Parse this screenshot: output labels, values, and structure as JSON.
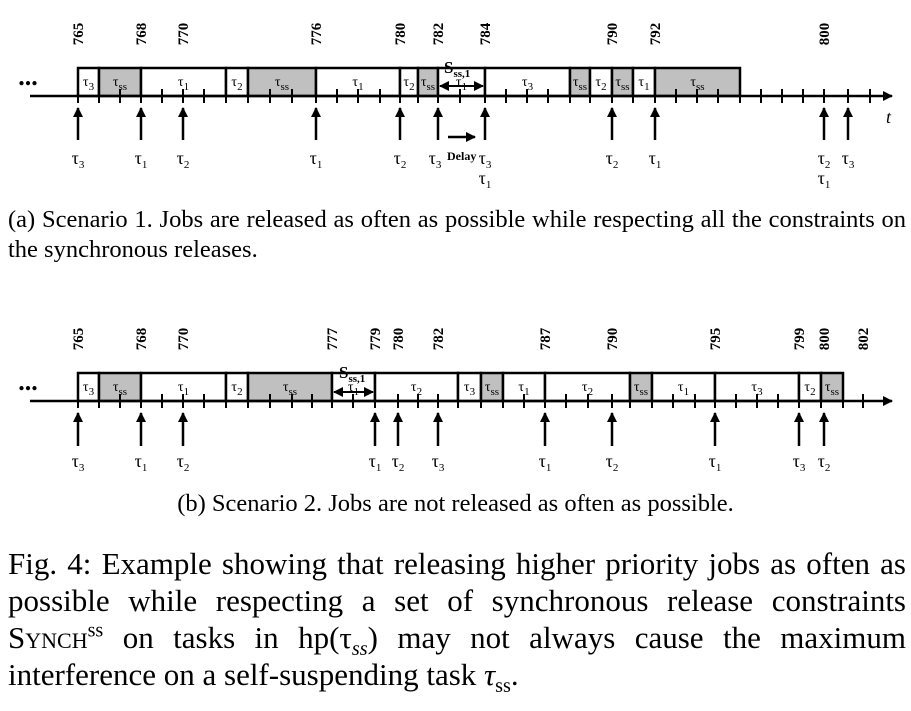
{
  "diagrams": [
    {
      "id": "a",
      "ellipsis": "...",
      "axis_label": "t",
      "time_labels": [
        "765",
        "768",
        "770",
        "776",
        "780",
        "782",
        "784",
        "790",
        "792",
        "800"
      ],
      "blocks": [
        {
          "task": "3",
          "shaded": false
        },
        {
          "task": "ss",
          "shaded": true
        },
        {
          "task": "1",
          "shaded": false
        },
        {
          "task": "2",
          "shaded": false
        },
        {
          "task": "ss",
          "shaded": true
        },
        {
          "task": "1",
          "shaded": false
        },
        {
          "task": "2",
          "shaded": false
        },
        {
          "task": "ss",
          "shaded": true
        },
        {
          "task": "1",
          "shaded": false
        },
        {
          "task": "3",
          "shaded": false
        },
        {
          "task": "ss",
          "shaded": true
        },
        {
          "task": "2",
          "shaded": false
        },
        {
          "task": "ss",
          "shaded": true
        },
        {
          "task": "1",
          "shaded": false
        },
        {
          "task": "ss",
          "shaded": true
        }
      ],
      "gap_label": {
        "main": "S",
        "sub": "ss,1"
      },
      "delay_label": "Delay",
      "releases": [
        {
          "labels": [
            "3"
          ]
        },
        {
          "labels": [
            "1"
          ]
        },
        {
          "labels": [
            "2"
          ]
        },
        {
          "labels": [
            "1"
          ]
        },
        {
          "labels": [
            "2"
          ]
        },
        {
          "labels": [
            "3"
          ]
        },
        {
          "labels": [
            "3",
            "1"
          ]
        },
        {
          "labels": [
            "2"
          ]
        },
        {
          "labels": [
            "1"
          ]
        },
        {
          "labels": [
            "2",
            "1"
          ]
        },
        {
          "labels": [
            "3"
          ]
        }
      ]
    },
    {
      "id": "b",
      "ellipsis": "...",
      "time_labels": [
        "765",
        "768",
        "770",
        "777",
        "779",
        "780",
        "782",
        "787",
        "790",
        "795",
        "799",
        "800",
        "802"
      ],
      "blocks": [
        {
          "task": "3",
          "shaded": false
        },
        {
          "task": "ss",
          "shaded": true
        },
        {
          "task": "1",
          "shaded": false
        },
        {
          "task": "2",
          "shaded": false
        },
        {
          "task": "ss",
          "shaded": true
        },
        {
          "task": "1",
          "shaded": false
        },
        {
          "task": "2",
          "shaded": false
        },
        {
          "task": "3",
          "shaded": false
        },
        {
          "task": "ss",
          "shaded": true
        },
        {
          "task": "1",
          "shaded": false
        },
        {
          "task": "2",
          "shaded": false
        },
        {
          "task": "ss",
          "shaded": true
        },
        {
          "task": "1",
          "shaded": false
        },
        {
          "task": "3",
          "shaded": false
        },
        {
          "task": "2",
          "shaded": false
        },
        {
          "task": "ss",
          "shaded": true
        }
      ],
      "gap_label": {
        "main": "S",
        "sub": "ss,1"
      },
      "releases": [
        {
          "labels": [
            "3"
          ]
        },
        {
          "labels": [
            "1"
          ]
        },
        {
          "labels": [
            "2"
          ]
        },
        {
          "labels": [
            "1"
          ]
        },
        {
          "labels": [
            "2"
          ]
        },
        {
          "labels": [
            "3"
          ]
        },
        {
          "labels": [
            "1"
          ]
        },
        {
          "labels": [
            "2"
          ]
        },
        {
          "labels": [
            "1"
          ]
        },
        {
          "labels": [
            "3"
          ]
        },
        {
          "labels": [
            "2"
          ]
        }
      ]
    }
  ],
  "captions": {
    "a": "(a) Scenario 1. Jobs are released as often as possible while respecting all the constraints on the synchronous releases.",
    "b": "(b) Scenario 2. Jobs are not released as often as possible.",
    "fig_part1": "Fig. 4: Example showing that releasing higher priority jobs as often as possible while respecting a set of synchronous release constraints ",
    "fig_synch": "Synch",
    "fig_synch_sup": "ss",
    "fig_part2": " on tasks in ",
    "fig_hp": "hp(τ",
    "fig_hp_sub": "ss",
    "fig_part3": ") may not always cause the maximum interference on a self-suspending task ",
    "fig_tau": "τ",
    "fig_tau_sub": "ss",
    "fig_end": "."
  },
  "colors": {
    "shaded": "#c0c0c0",
    "line": "#000000"
  }
}
